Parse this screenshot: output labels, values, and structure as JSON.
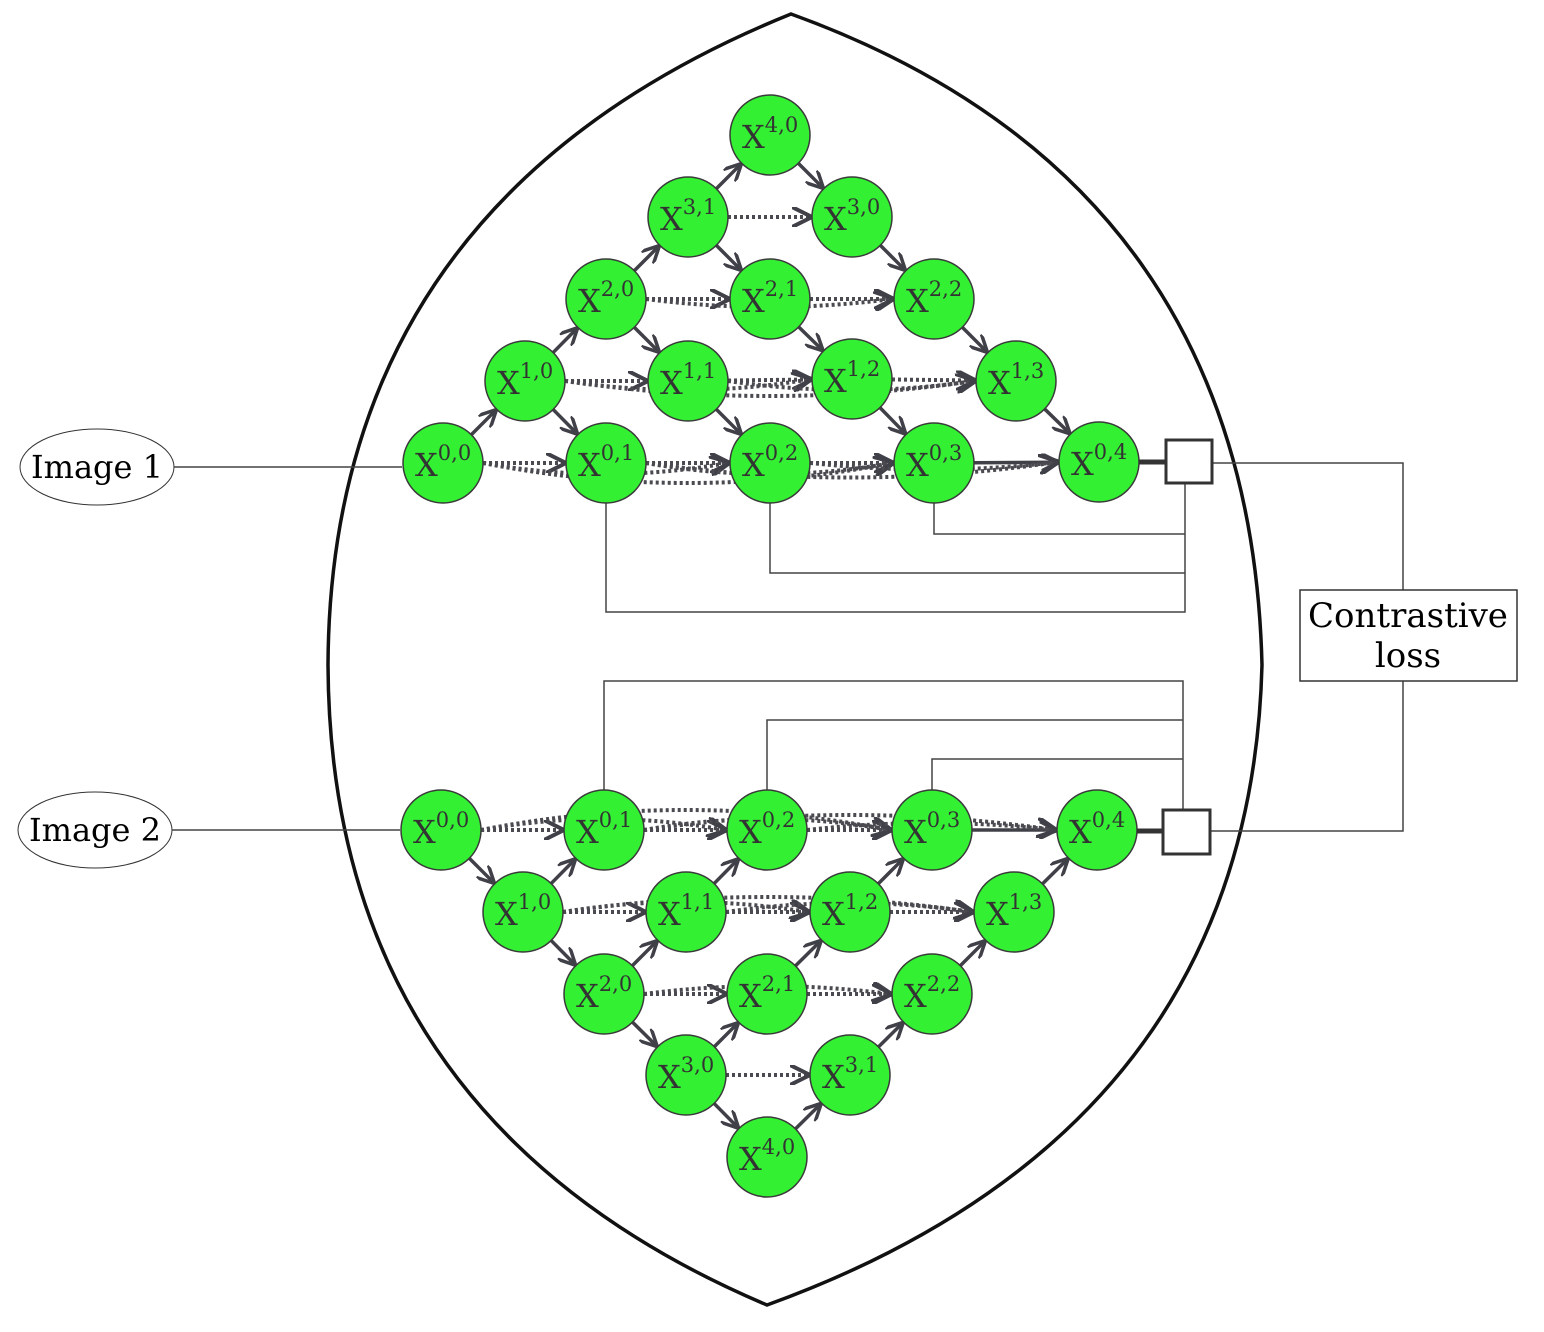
{
  "inputs": {
    "top": "Image 1",
    "bottom": "Image 2"
  },
  "loss": {
    "line1": "Contrastive",
    "line2": "loss"
  },
  "node_symbol": "X",
  "top_nodes": [
    {
      "id": "t00",
      "sup": "0,0"
    },
    {
      "id": "t01",
      "sup": "0,1"
    },
    {
      "id": "t02",
      "sup": "0,2"
    },
    {
      "id": "t03",
      "sup": "0,3"
    },
    {
      "id": "t04",
      "sup": "0,4"
    },
    {
      "id": "t10",
      "sup": "1,0"
    },
    {
      "id": "t11",
      "sup": "1,1"
    },
    {
      "id": "t12",
      "sup": "1,2"
    },
    {
      "id": "t13",
      "sup": "1,3"
    },
    {
      "id": "t20",
      "sup": "2,0"
    },
    {
      "id": "t21",
      "sup": "2,1"
    },
    {
      "id": "t22",
      "sup": "2,2"
    },
    {
      "id": "t31",
      "sup": "3,1"
    },
    {
      "id": "t30",
      "sup": "3,0"
    },
    {
      "id": "t40",
      "sup": "4,0"
    }
  ],
  "bottom_nodes": [
    {
      "id": "b00",
      "sup": "0,0"
    },
    {
      "id": "b01",
      "sup": "0,1"
    },
    {
      "id": "b02",
      "sup": "0,2"
    },
    {
      "id": "b03",
      "sup": "0,3"
    },
    {
      "id": "b04",
      "sup": "0,4"
    },
    {
      "id": "b10",
      "sup": "1,0"
    },
    {
      "id": "b11",
      "sup": "1,1"
    },
    {
      "id": "b12",
      "sup": "1,2"
    },
    {
      "id": "b13",
      "sup": "1,3"
    },
    {
      "id": "b20",
      "sup": "2,0"
    },
    {
      "id": "b21",
      "sup": "2,1"
    },
    {
      "id": "b22",
      "sup": "2,2"
    },
    {
      "id": "b30",
      "sup": "3,0"
    },
    {
      "id": "b31",
      "sup": "3,1"
    },
    {
      "id": "b40",
      "sup": "4,0"
    }
  ],
  "colors": {
    "node_fill": "#33f033",
    "edge": "#404048"
  }
}
